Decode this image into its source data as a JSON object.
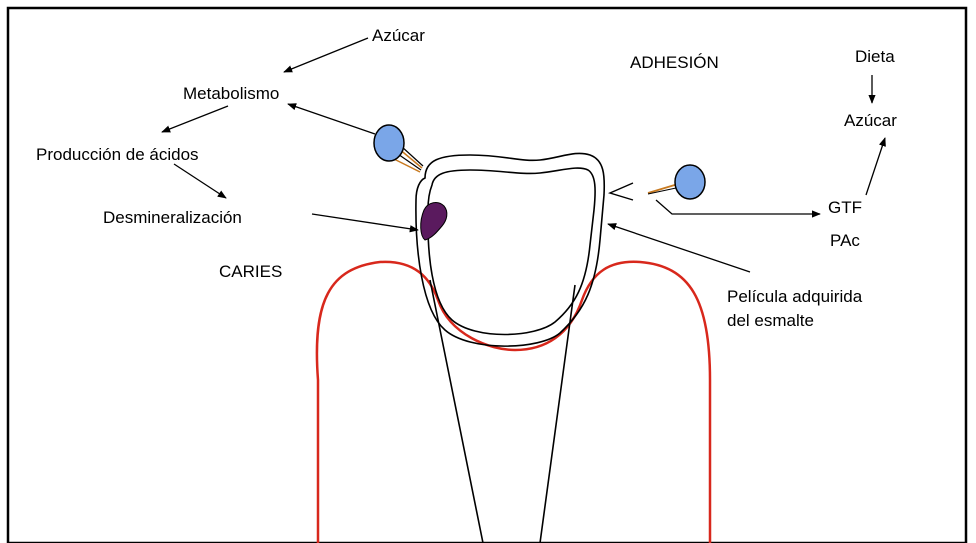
{
  "labels": {
    "azucar_top": "Azúcar",
    "metabolismo": "Metabolismo",
    "produccion": "Producción de ácidos",
    "desmineralizacion": "Desmineralización",
    "caries": "CARIES",
    "adhesion": "ADHESIÓN",
    "dieta": "Dieta",
    "azucar_right": "Azúcar",
    "gtf": "GTF",
    "pac": "PAc",
    "pelicula_line1": "Película adquirida",
    "pelicula_line2": "del esmalte"
  },
  "colors": {
    "frame": "#000000",
    "gum": "#d8281c",
    "bacteria": "#7aa6e8",
    "caries_lesion": "#5a1a5e",
    "flagella": "#c87a20"
  }
}
